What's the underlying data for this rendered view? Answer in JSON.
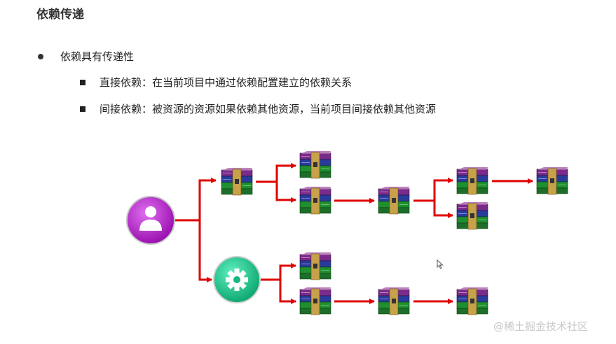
{
  "title": "依赖传递",
  "bullets": {
    "main": "依赖具有传递性",
    "direct": "直接依赖：在当前项目中通过依赖配置建立的依赖关系",
    "indirect": "间接依赖：被资源的资源如果依赖其他资源，当前项目间接依赖其他资源"
  },
  "diagram": {
    "root_icon": "user-icon",
    "module_icon": "gear-icon",
    "package_icon": "archive-icon",
    "arrow_color": "#e00000",
    "root_color": "#b01ec8",
    "module_color": "#16c98a"
  },
  "watermark": "@稀土掘金技术社区"
}
